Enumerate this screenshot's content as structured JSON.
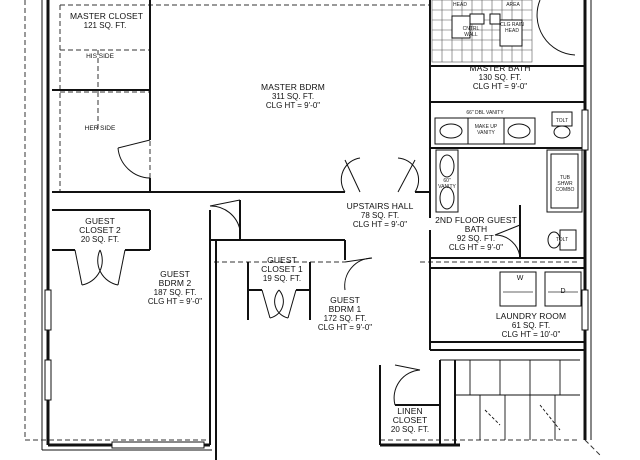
{
  "rooms": {
    "master_closet": {
      "name": "MASTER CLOSET",
      "area": "121 SQ. FT."
    },
    "his_side": "HIS SIDE",
    "her_side": "HER SIDE",
    "master_bdrm": {
      "name": "MASTER BDRM",
      "area": "311 SQ. FT.",
      "ceiling": "CLG HT = 9'-0\""
    },
    "master_bath": {
      "name": "MASTER BATH",
      "area": "130 SQ. FT.",
      "ceiling": "CLG HT = 9'-0\""
    },
    "upstairs_hall": {
      "name": "UPSTAIRS HALL",
      "area": "78 SQ. FT.",
      "ceiling": "CLG HT = 9'-0\""
    },
    "guest_bath": {
      "name_line1": "2ND FLOOR GUEST",
      "name_line2": "BATH",
      "area": "92 SQ. FT.",
      "ceiling": "CLG HT = 9'-0\""
    },
    "guest_closet_2": {
      "name_line1": "GUEST",
      "name_line2": "CLOSET 2",
      "area": "20 SQ. FT."
    },
    "guest_bdrm_2": {
      "name_line1": "GUEST",
      "name_line2": "BDRM 2",
      "area": "187 SQ. FT.",
      "ceiling": "CLG HT = 9'-0\""
    },
    "guest_closet_1": {
      "name_line1": "GUEST",
      "name_line2": "CLOSET 1",
      "area": "19 SQ. FT."
    },
    "guest_bdrm_1": {
      "name_line1": "GUEST",
      "name_line2": "BDRM 1",
      "area": "172 SQ. FT.",
      "ceiling": "CLG HT = 9'-0\""
    },
    "laundry": {
      "name": "LAUNDRY ROOM",
      "area": "61 SQ. FT.",
      "ceiling": "CLG HT = 10'-0\""
    },
    "linen_closet": {
      "name_line1": "LINEN",
      "name_line2": "CLOSET",
      "area": "20 SQ. FT."
    }
  },
  "fixtures": {
    "head": "HEAD",
    "cntrl_wall": "CNTRL WALL",
    "rain_head": "CLG RAIN HEAD",
    "area": "AREA",
    "dbl_vanity": "66\" DBL VANITY",
    "makeup_vanity": "MAKE UP VANITY",
    "toilet": "TOLT",
    "tub_shower": "TUB SHWR COMBO",
    "guest_vanity": "60\" VANITY",
    "washer": "W",
    "dryer": "D"
  }
}
